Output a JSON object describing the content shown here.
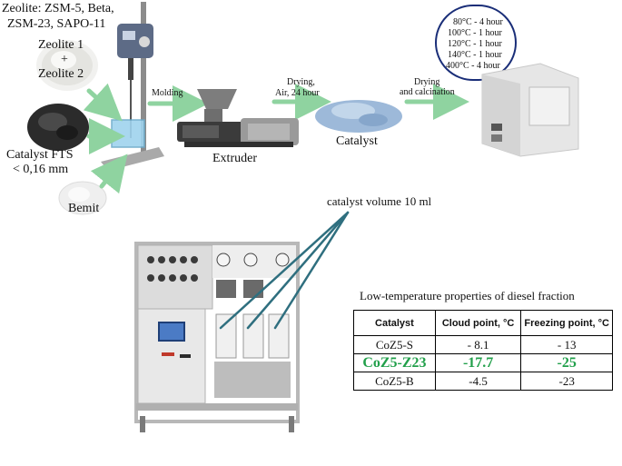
{
  "zeolite_header": [
    "Zeolite: ZSM-5, Beta,",
    "ZSM-23, SAPO-11"
  ],
  "zeolite_mix": [
    "Zeolite 1",
    "+",
    "Zeolite 2"
  ],
  "catalyst_fts": [
    "Catalyst FTS",
    "< 0,16 mm"
  ],
  "bemit": "Bemit",
  "molding": "Molding",
  "extruder": "Extruder",
  "drying_air": [
    "Drying,",
    "Air, 24 hour"
  ],
  "catalyst": "Catalyst",
  "drying_calc": [
    "Drying",
    "and calcination"
  ],
  "calcination_program": [
    "80°C - 4 hour",
    "100°C - 1 hour",
    "120°C - 1 hour",
    "140°C - 1 hour",
    "400°C - 4 hour"
  ],
  "catalyst_volume": "catalyst volume 10 ml",
  "table": {
    "title": "Low-temperature properties of diesel fraction",
    "headers": [
      "Catalyst",
      "Cloud point, °C",
      "Freezing point, °C"
    ],
    "rows": [
      [
        "CoZ5-S",
        "- 8.1",
        "- 13"
      ],
      [
        "CoZ5-Z23",
        "-17.7",
        "-25"
      ],
      [
        "CoZ5-B",
        "-4.5",
        "-23"
      ]
    ]
  },
  "colors": {
    "arrow_green": "#8fd3a0",
    "highlight_green": "#22a04b",
    "oval_blue": "#1a2e78",
    "pointer_teal": "#2f6f7f"
  }
}
